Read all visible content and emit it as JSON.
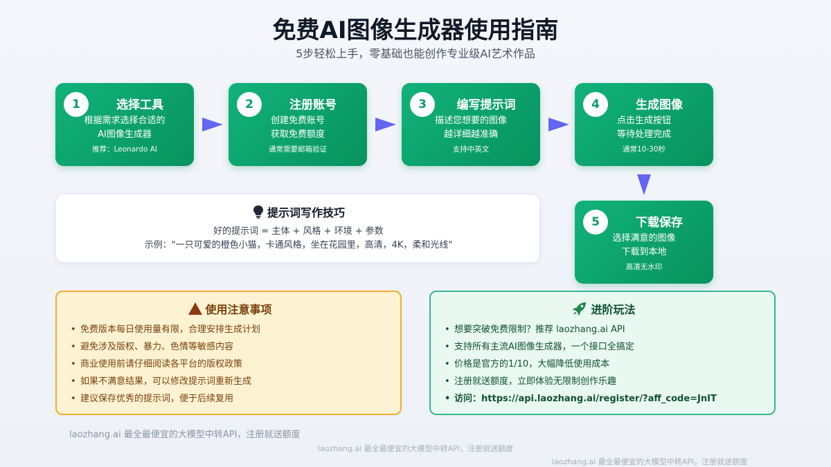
{
  "header": {
    "title": "免费AI图像生成器使用指南",
    "subtitle": "5步轻松上手，零基础也能创作专业级AI艺术作品"
  },
  "steps": [
    {
      "num": "1",
      "title": "选择工具",
      "lines": [
        "根据需求选择合适的",
        "AI图像生成器"
      ],
      "note": "推荐：Leonardo AI"
    },
    {
      "num": "2",
      "title": "注册账号",
      "lines": [
        "创建免费账号",
        "获取免费额度"
      ],
      "note": "通常需要邮箱验证"
    },
    {
      "num": "3",
      "title": "编写提示词",
      "lines": [
        "描述您想要的图像",
        "越详细越准确"
      ],
      "note": "支持中英文"
    },
    {
      "num": "4",
      "title": "生成图像",
      "lines": [
        "点击生成按钮",
        "等待处理完成"
      ],
      "note": "通常10-30秒"
    },
    {
      "num": "5",
      "title": "下载保存",
      "lines": [
        "选择满意的图像",
        "下载到本地"
      ],
      "note": "高清无水印"
    }
  ],
  "tips": {
    "icon": "lightbulb-icon",
    "title": "提示词写作技巧",
    "formula": "好的提示词 = 主体 + 风格 + 环境 + 参数",
    "example": "示例：\"一只可爱的橙色小猫，卡通风格，坐在花园里，高清，4K，柔和光线\""
  },
  "notes": {
    "icon": "warning-icon",
    "title": "使用注意事项",
    "items": [
      "免费版本每日使用量有限，合理安排生成计划",
      "避免涉及版权、暴力、色情等敏感内容",
      "商业使用前请仔细阅读各平台的版权政策",
      "如果不满意结果，可以修改提示词重新生成",
      "建议保存优秀的提示词，便于后续复用"
    ]
  },
  "advanced": {
    "icon": "rocket-icon",
    "title": "进阶玩法",
    "items": [
      {
        "text": "想要突破免费限制？推荐 laozhang.ai API"
      },
      {
        "text": "支持所有主流AI图像生成器，一个接口全搞定"
      },
      {
        "text": "价格是官方的1/10，大幅降低使用成本"
      },
      {
        "text": "注册就送额度，立即体验无限制创作乐趣"
      },
      {
        "text": "访问：",
        "link": "https://api.laozhang.ai/register/?aff_code=JnIT"
      }
    ]
  },
  "footer": {
    "line1": "laozhang.ai 最全最便宜的大模型中转API，注册就送额度",
    "line2": "laozhang.ai 最全最便宜的大模型中转API，注册就送额度",
    "line3": "laozhang.ai 最全最便宜的大模型中转API，注册就送额度"
  },
  "colors": {
    "step_green": "#0a9c66",
    "arrow": "#6366f1",
    "notes_border": "#f0ad30",
    "advanced_border": "#34b88a"
  }
}
